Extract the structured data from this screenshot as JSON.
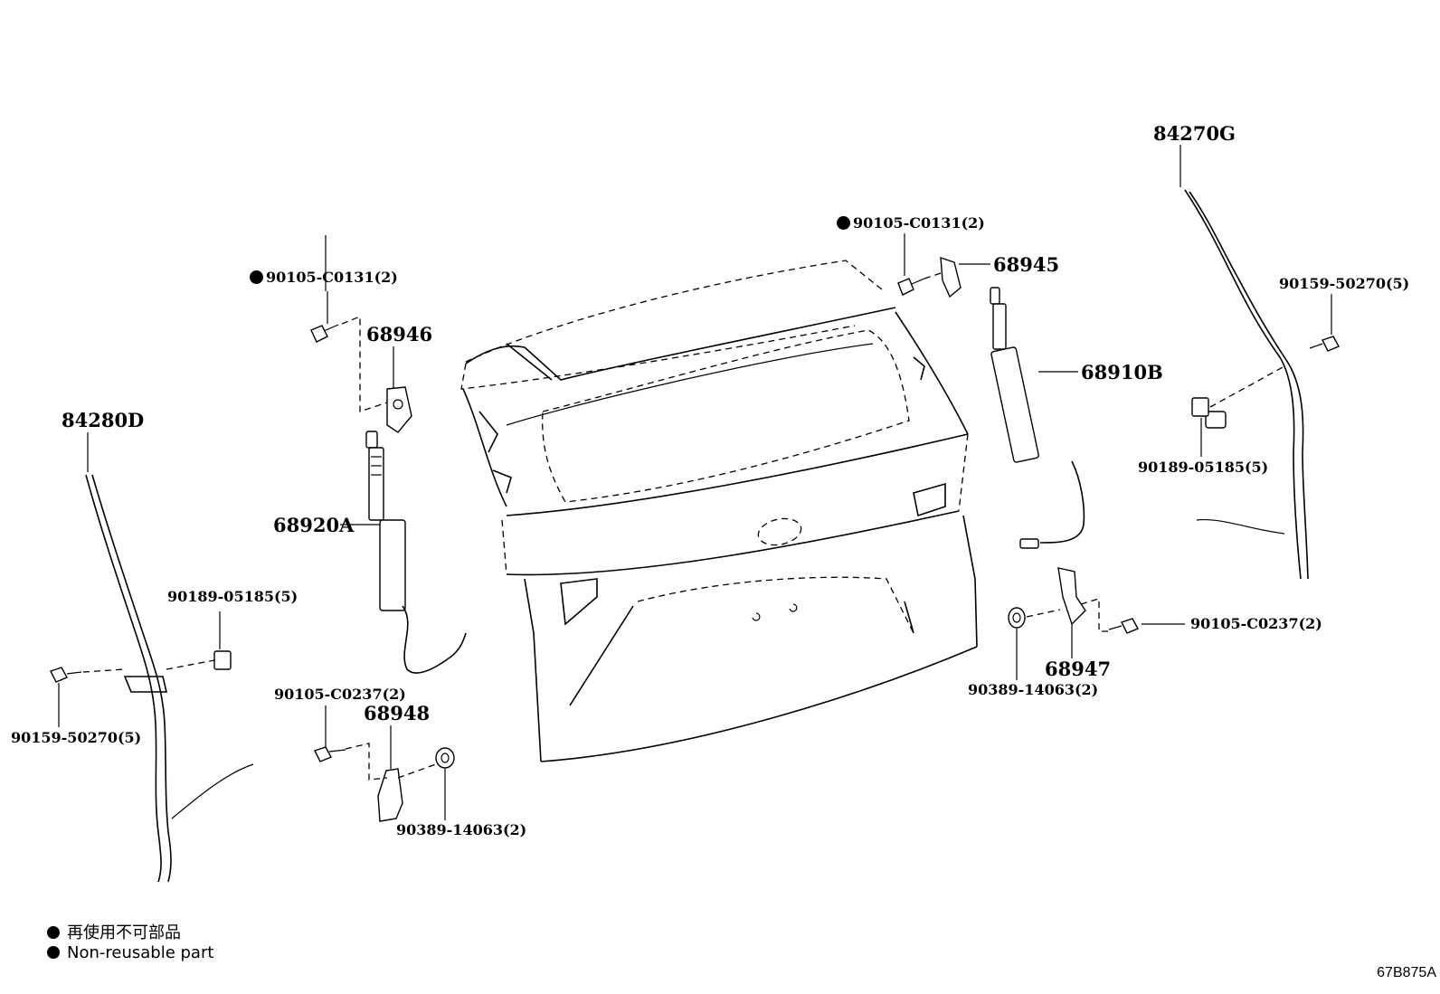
{
  "parts": {
    "p84270G": "84270G",
    "p84280D": "84280D",
    "p68946": "68946",
    "p68945": "68945",
    "p68910B": "68910B",
    "p68920A": "68920A",
    "p68947": "68947",
    "p68948": "68948",
    "bolt_left_top": "90105-C0131(2)",
    "bolt_right_top": "90105-C0131(2)",
    "screw_right": "90159-50270(5)",
    "screw_left": "90159-50270(5)",
    "clip_right": "90189-05185(5)",
    "clip_left": "90189-05185(5)",
    "bolt_right_mid": "90105-C0237(2)",
    "bolt_left_low": "90105-C0237(2)",
    "washer_right": "90389-14063(2)",
    "washer_left": "90389-14063(2)"
  },
  "legend": {
    "line_jp": "再使用不可部品",
    "line_en": "Non-reusable part"
  },
  "diagram_code": "67B875A"
}
